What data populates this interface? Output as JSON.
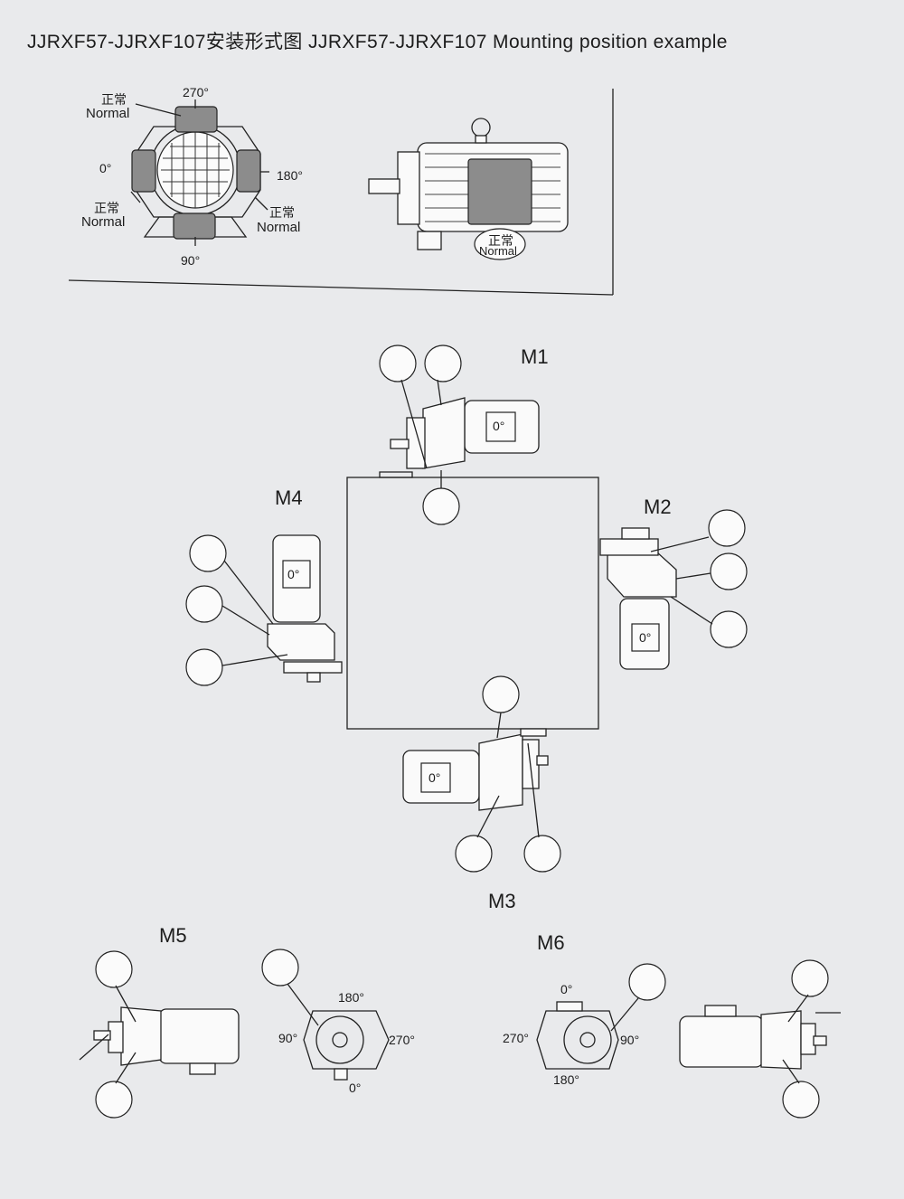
{
  "title": "JJRXF57-JJRXF107安装形式图 JJRXF57-JJRXF107  Mounting position example",
  "terminal_box": {
    "normal_cn": "正常",
    "normal_en": "Normal",
    "angles": {
      "a270": "270°",
      "a0": "0°",
      "a180": "180°",
      "a90": "90°"
    }
  },
  "positions": {
    "m1": "M1",
    "m2": "M2",
    "m3": "M3",
    "m4": "M4",
    "m5": "M5",
    "m6": "M6"
  },
  "box_labels": {
    "zero": "0°"
  },
  "m5_angles": {
    "a180": "180°",
    "a90": "90°",
    "a270": "270°",
    "a0": "0°"
  },
  "m6_angles": {
    "a0": "0°",
    "a270": "270°",
    "a90": "90°",
    "a180": "180°"
  }
}
